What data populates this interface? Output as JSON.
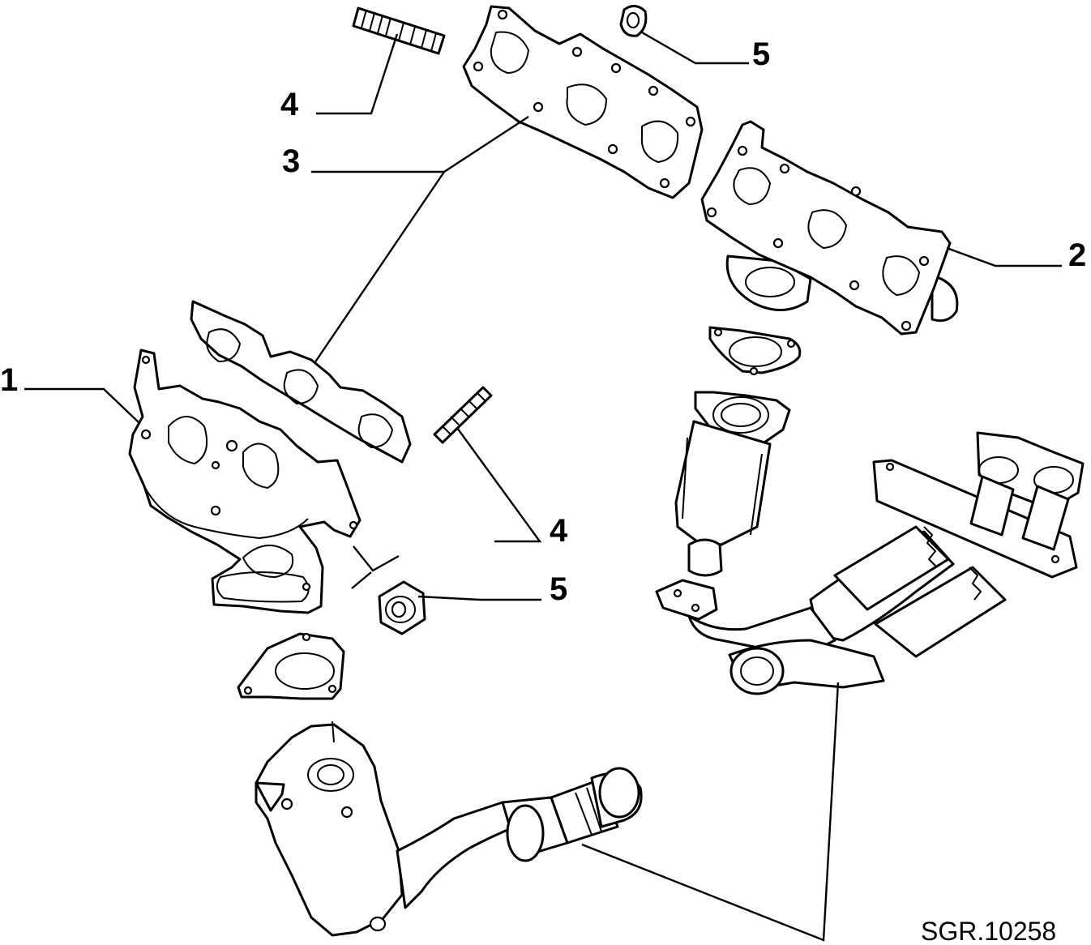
{
  "diagram": {
    "drawing_code": "SGR.10258",
    "callouts": [
      {
        "id": "c1",
        "label": "1"
      },
      {
        "id": "c2",
        "label": "2"
      },
      {
        "id": "c3",
        "label": "3"
      },
      {
        "id": "c4a",
        "label": "4"
      },
      {
        "id": "c4b",
        "label": "4"
      },
      {
        "id": "c5a",
        "label": "5"
      },
      {
        "id": "c5b",
        "label": "5"
      }
    ]
  }
}
